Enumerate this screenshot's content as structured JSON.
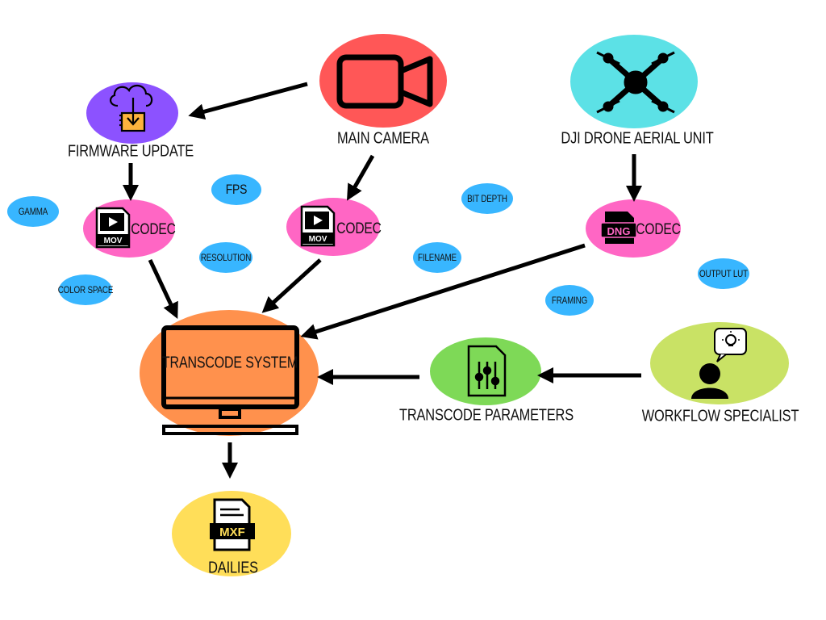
{
  "nodes": {
    "main_camera": {
      "label": "MAIN CAMERA",
      "color": "#ff5757"
    },
    "firmware_update": {
      "label": "FIRMWARE UPDATE",
      "color": "#8c52ff"
    },
    "dji_drone": {
      "label": "DJI DRONE AERIAL UNIT",
      "color": "#5ce1e6"
    },
    "codec_1": {
      "label": "CODEC",
      "file_tag": "MOV",
      "color": "#ff66c4"
    },
    "codec_2": {
      "label": "CODEC",
      "file_tag": "MOV",
      "color": "#ff66c4"
    },
    "codec_3": {
      "label": "CODEC",
      "file_tag": "DNG",
      "color": "#ff66c4"
    },
    "transcode_system": {
      "label": "TRANSCODE SYSTEM",
      "color": "#ff914d"
    },
    "transcode_parameters": {
      "label": "TRANSCODE PARAMETERS",
      "color": "#7ed957"
    },
    "workflow_specialist": {
      "label": "WORKFLOW SPECIALIST",
      "color": "#c9e265"
    },
    "dailies": {
      "label": "DAILIES",
      "file_tag": "MXF",
      "color": "#ffde59"
    }
  },
  "parameters": {
    "color": "#38b6ff",
    "gamma": "GAMMA",
    "fps": "FPS",
    "bit_depth": "BIT DEPTH",
    "resolution": "RESOLUTION",
    "filename": "FILENAME",
    "color_space": "COLOR SPACE",
    "output_lut": "OUTPUT LUT",
    "framing": "FRAMING"
  },
  "icons": {
    "main_camera": "video-camera-icon",
    "firmware_update": "cloud-download-icon",
    "dji_drone": "drone-icon",
    "codec_mov": "mov-file-icon",
    "codec_dng": "dng-file-icon",
    "transcode_system": "monitor-icon",
    "transcode_parameters": "settings-file-icon",
    "workflow_specialist": "person-idea-icon",
    "dailies": "mxf-file-icon"
  }
}
